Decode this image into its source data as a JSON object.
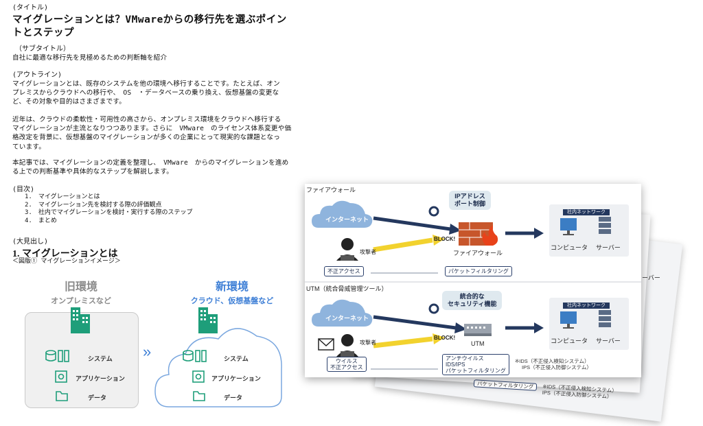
{
  "title_label": "(タイトル)",
  "title": "マイグレーションとは？VMwareからの移行先を選ぶポイントとステップ",
  "subtitle_label": "（サブタイトル）",
  "subtitle": "自社に最適な移行先を見極めるための判断軸を紹介",
  "outline_label": "(アウトライン)",
  "outline_p1_l1": "マイグレーションとは、既存のシステムを他の環境へ移行することです。たとえば、オン",
  "outline_p1_l2": "プレミスからクラウドへの移行や、　OS　・データベースの乗り換え、仮想基盤の変更な",
  "outline_p1_l3": "ど、その対象や目的はさまざまです。",
  "outline_p2_l1": "近年は、クラウドの柔軟性・可用性の高さから、オンプレミス環境をクラウドへ移行する",
  "outline_p2_l2": "マイグレーションが主流となりつつあります。さらに　VMware　のライセンス体系変更や価",
  "outline_p2_l3": "格改定を背景に、仮想基盤のマイグレーションが多くの企業にとって現実的な課題となっ",
  "outline_p2_l4": "ています。",
  "outline_p3_l1": "本記事では、マイグレーションの定義を整理し、　VMware　からのマイグレーションを進め",
  "outline_p3_l2": "る上での判断基準や具体的なステップを解説します。",
  "toc_label": "(目次)",
  "toc": [
    "1.　マイグレーションとは",
    "2.　マイグレーション先を検討する際の評価観点",
    "3.　社内でマイグレーションを検討・実行する際のステップ",
    "4.　まとめ"
  ],
  "heading_label": "(大見出し)",
  "heading1": "1. マイグレーションとは",
  "figure_caption": "＜図版① マイグレーションイメージ＞",
  "migration": {
    "old_title": "旧環境",
    "old_sub": "オンプレミスなど",
    "new_title": "新環境",
    "new_sub": "クラウド、仮想基盤など",
    "rows": [
      "システム",
      "アプリケーション",
      "データ"
    ],
    "arrow": "»",
    "colors": {
      "green": "#1e9e7a",
      "blue": "#3e7fd6",
      "gray": "#8a8a8a"
    }
  },
  "network": {
    "firewall_section": "ファイアウォール",
    "utm_section": "UTM（統合脅威管理ツール）",
    "internet": "インターネット",
    "attacker": "攻撃者",
    "ip_callout_l1": "IPアドレス",
    "ip_callout_l2": "ポート制御",
    "block": "BLOCK!",
    "firewall": "ファイアウォール",
    "internal_network": "社内ネットワーク",
    "computer": "コンピュータ",
    "server": "サーバー",
    "unauthorized": "不正アクセス",
    "packet_filtering": "パケットフィルタリング",
    "sec_callout_l1": "統合的な",
    "sec_callout_l2": "セキュリティ機能",
    "utm": "UTM",
    "virus": "ウイルス",
    "utm_box_l1": "アンチウイルス",
    "utm_box_l2": "IDS/IPS",
    "utm_box_l3": "パケットフィルタリング",
    "note_l1": "※IDS（不正侵入検知システム）",
    "note_l2": "IPS（不正侵入防御システム）",
    "back_server": "ーバー",
    "colors": {
      "navy": "#24385e",
      "cloud": "#8fb4dd",
      "yellow": "#f2d22e",
      "brick": "#c7562b"
    }
  }
}
